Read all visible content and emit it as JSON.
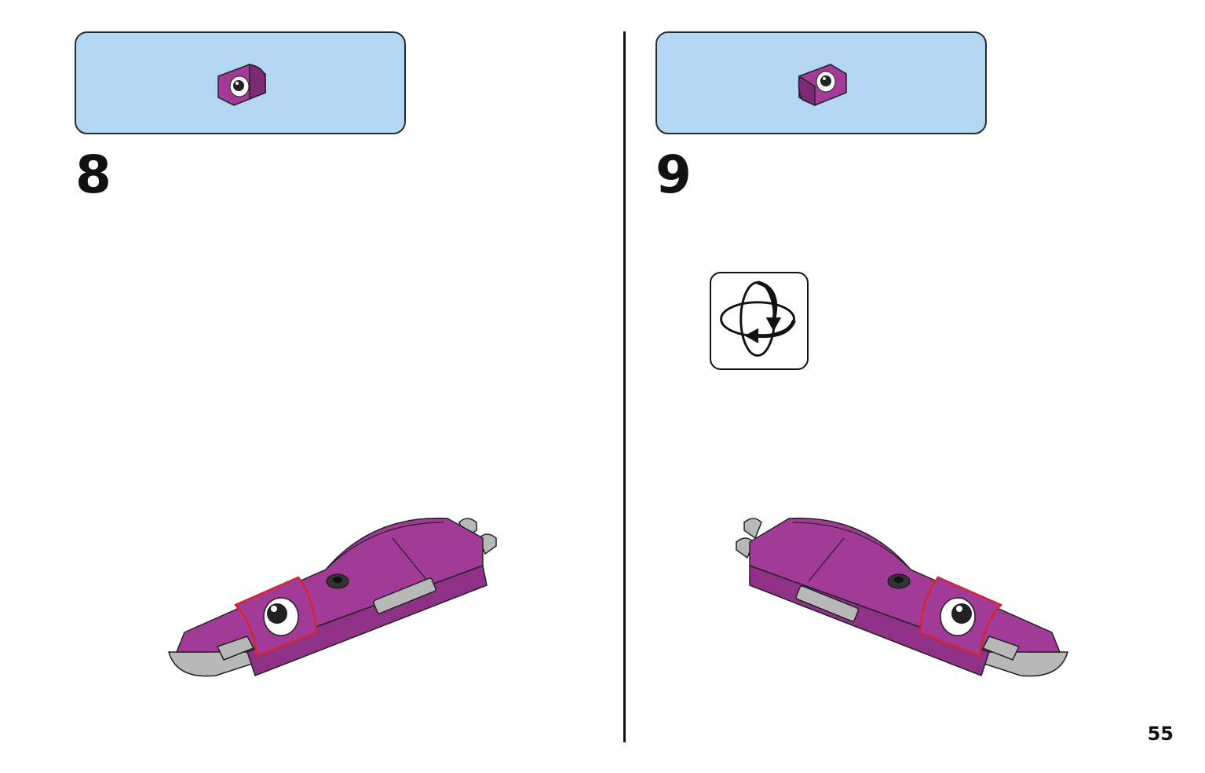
{
  "steps": [
    {
      "number": "8",
      "part_icon": "purple-curved-brick-with-eye-icon",
      "model": "purple-fish-model-left-facing"
    },
    {
      "number": "9",
      "part_icon": "purple-curved-brick-with-eye-icon",
      "model": "purple-fish-model-right-facing",
      "callout": "rotate-model-icon"
    }
  ],
  "page_number": "55",
  "colors": {
    "parts_box_bg": "#b3d7f3",
    "brick_purple": "#a23a98",
    "brick_purple_dark": "#7d2a76",
    "brick_gray": "#b8b8b8",
    "highlight_red": "#d3262b"
  }
}
